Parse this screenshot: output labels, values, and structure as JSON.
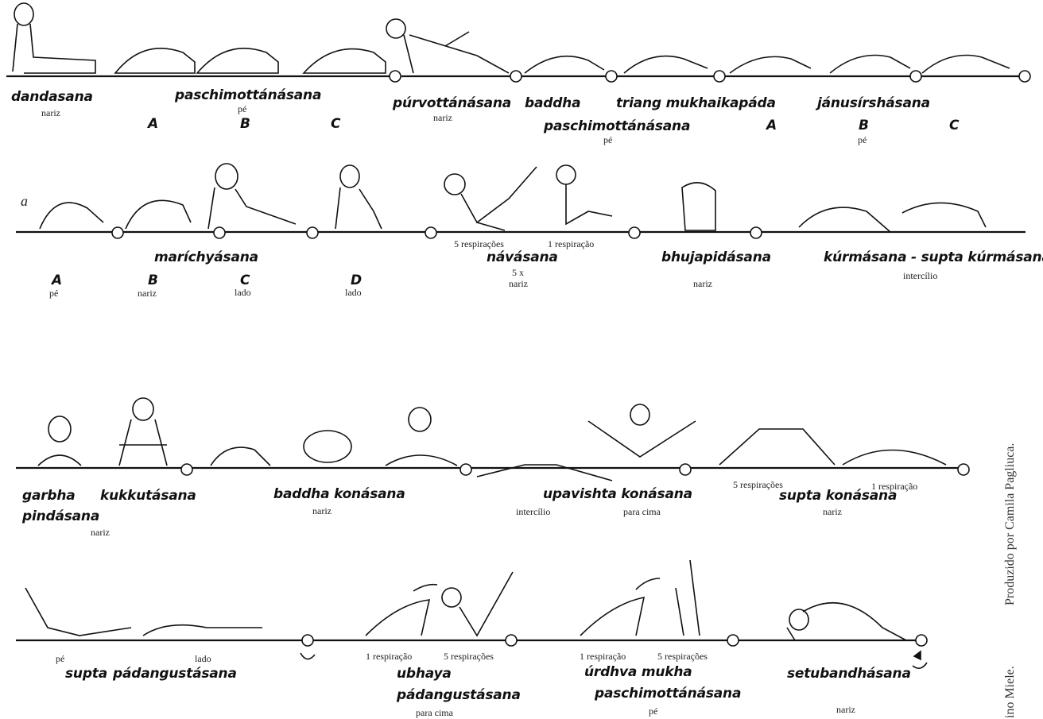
{
  "poses": {
    "dandasana": "dandasana",
    "paschimottanasana": "paschimottánásana",
    "purvottanasana": "púrvottánásana",
    "baddha": "baddha",
    "baddha_pasch": "paschimottánásana",
    "triang": "triang mukhaikapáda",
    "janusirshasana": "jánusírshásana",
    "marichyasana": "maríchyásana",
    "navasana": "návásana",
    "bhujapidasana": "bhujapidásana",
    "kurmasana": "kúrmásana - supta kúrmásana",
    "garbha": "garbha",
    "pindasana": "pindásana",
    "kukkutasana": "kukkutásana",
    "baddha_konasana": "baddha konásana",
    "upavishta_konasana": "upavishta konásana",
    "supta_konasana": "supta konásana",
    "supta": "supta",
    "padangustasana": "pádangustásana",
    "ubhaya": "ubhaya",
    "ubhaya_pad": "pádangustásana",
    "urdhva": "úrdhva mukha",
    "urdhva_pasch": "paschimottánásana",
    "setubandhasana": "setubandhásana"
  },
  "letters": {
    "a": "A",
    "b": "B",
    "c": "C",
    "j_a": "A",
    "j_b": "B",
    "j_c": "C",
    "m_a": "A",
    "m_b": "B",
    "m_c": "C",
    "m_d": "D",
    "small_a": "a"
  },
  "notes": {
    "nariz_dandasana": "nariz",
    "pe_pasch": "pé",
    "nariz_purv": "nariz",
    "pe_baddha": "pé",
    "pe_janu": "pé",
    "pe_mar_a": "pé",
    "nariz_mar_b": "nariz",
    "lado_mar_c": "lado",
    "lado_mar_d": "lado",
    "nava_5resp": "5 respirações",
    "nava_1resp": "1 respiração",
    "nava_5x": "5 x",
    "nava_nariz": "nariz",
    "nariz_bhuja": "nariz",
    "intercilio_kurma": "intercílio",
    "nariz_garbha": "nariz",
    "nariz_baddha_kon": "nariz",
    "intercilio_upav": "intercílio",
    "paracima_upav": "para cima",
    "supta_kon_5resp": "5 respirações",
    "supta_kon_1resp": "1 respiração",
    "supta_kon_nariz": "nariz",
    "pe_supta": "pé",
    "lado_supta": "lado",
    "ubhaya_1resp": "1 respiração",
    "ubhaya_5resp": "5 respirações",
    "ubhaya_paracima": "para cima",
    "urdhva_1resp": "1 respiração",
    "urdhva_5resp": "5 respirações",
    "urdhva_pe": "pé",
    "setu_nariz": "nariz"
  },
  "credits": {
    "produced": "Produzido por Camila Pagliuca.",
    "artist": "ino Miele."
  }
}
